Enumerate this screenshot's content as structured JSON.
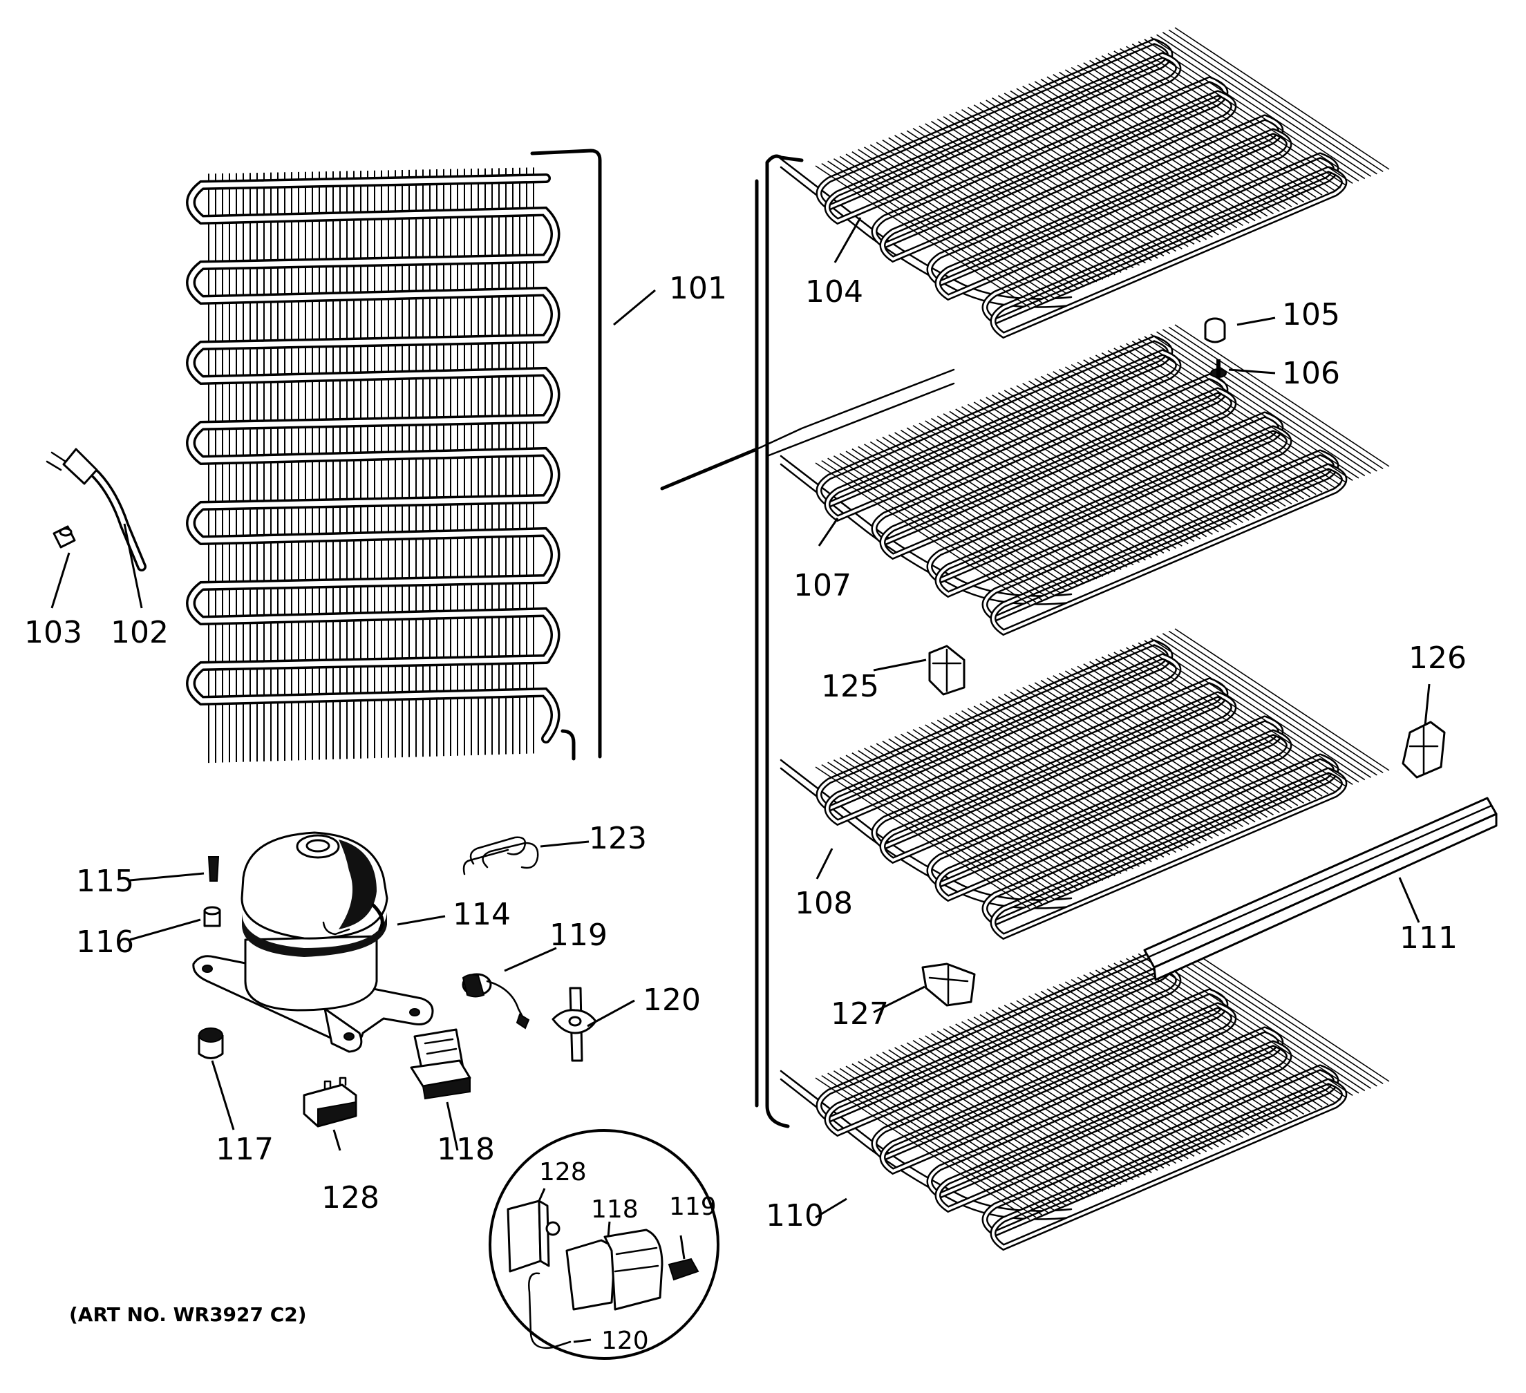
{
  "art_number": "(ART NO. WR3927 C2)",
  "callouts": {
    "c101": "101",
    "c102": "102",
    "c103": "103",
    "c104": "104",
    "c105": "105",
    "c106": "106",
    "c107": "107",
    "c108": "108",
    "c110": "110",
    "c111": "111",
    "c114": "114",
    "c115": "115",
    "c116": "116",
    "c117": "117",
    "c118": "118",
    "c119": "119",
    "c120": "120",
    "c123": "123",
    "c125": "125",
    "c126": "126",
    "c127": "127",
    "c128": "128"
  },
  "inset": {
    "c128": "128",
    "c118": "118",
    "c119": "119",
    "c120": "120"
  }
}
